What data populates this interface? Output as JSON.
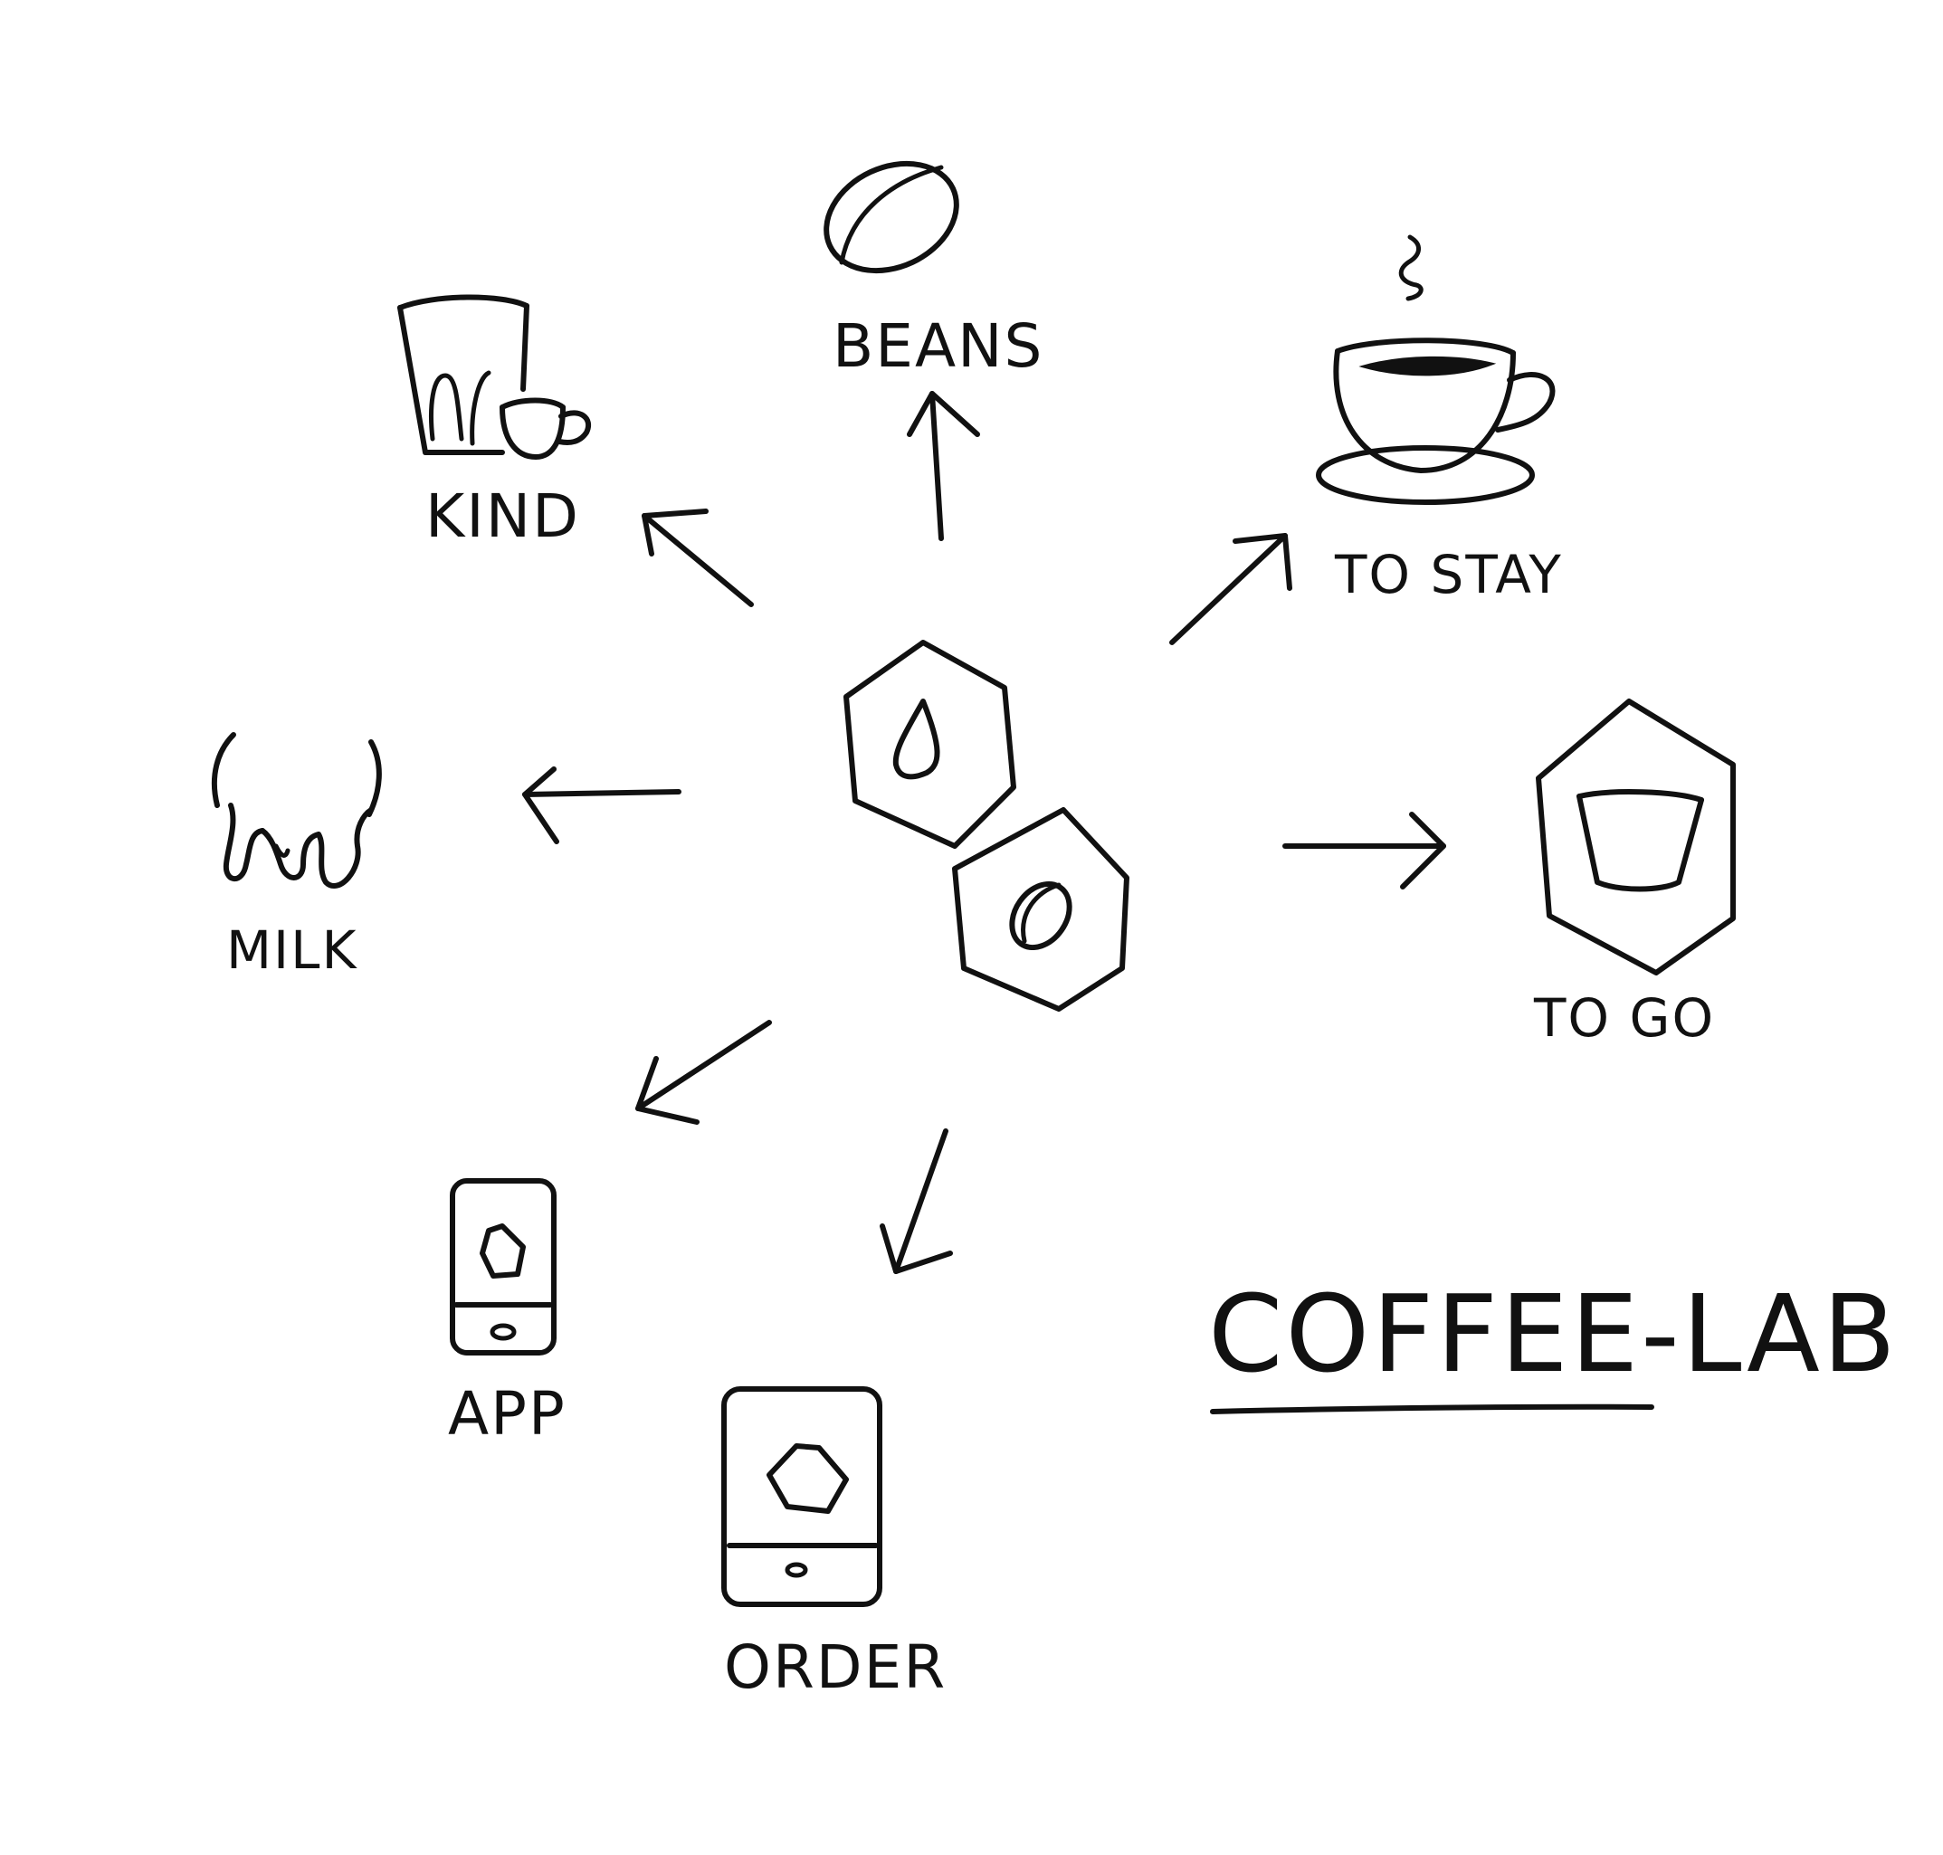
{
  "diagram": {
    "title": "COFFEE-LAB",
    "center_icons": [
      "water-drop-icon",
      "coffee-bean-icon"
    ],
    "nodes": [
      {
        "id": "beans",
        "label": "BEANS",
        "icon": "coffee-bean-icon"
      },
      {
        "id": "to_stay",
        "label": "TO STAY",
        "icon": "cup-and-saucer-icon"
      },
      {
        "id": "to_go",
        "label": "TO GO",
        "icon": "takeaway-cup-hexagon-icon"
      },
      {
        "id": "order",
        "label": "ORDER",
        "icon": "tablet-icon"
      },
      {
        "id": "app",
        "label": "APP",
        "icon": "smartphone-icon"
      },
      {
        "id": "milk",
        "label": "MILK",
        "icon": "milk-splash-icon"
      },
      {
        "id": "kind",
        "label": "KIND",
        "icon": "glass-and-espresso-cup-icon"
      }
    ],
    "colors": {
      "ink": "#111111",
      "paper": "#ffffff"
    }
  }
}
